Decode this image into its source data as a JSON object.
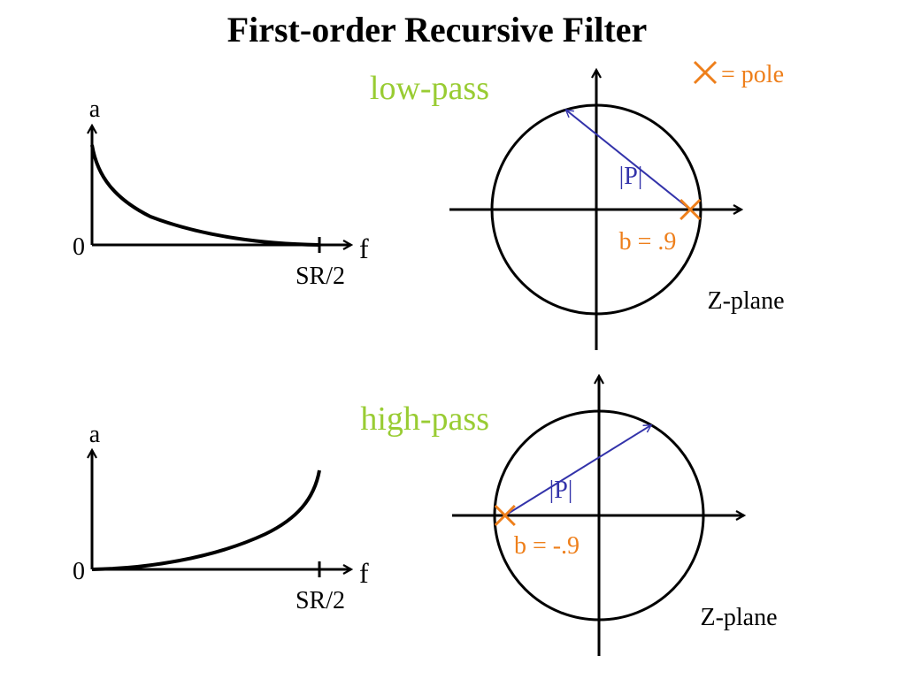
{
  "title": "First-order Recursive Filter",
  "legend": {
    "label": "= pole"
  },
  "panels": [
    {
      "filter_label": "low-pass",
      "axis_y_label": "a",
      "axis_x_label": "f",
      "origin_label": "0",
      "tick_label": "SR/2",
      "vector_label": "|P|",
      "pole_label": "b = .9",
      "plane_label": "Z-plane",
      "pole_value": 0.9
    },
    {
      "filter_label": "high-pass",
      "axis_y_label": "a",
      "axis_x_label": "f",
      "origin_label": "0",
      "tick_label": "SR/2",
      "vector_label": "|P|",
      "pole_label": "b = -.9",
      "plane_label": "Z-plane",
      "pole_value": -0.9
    }
  ],
  "colors": {
    "text": "#000000",
    "filter_label": "#99cc33",
    "pole": "#ee7f1b",
    "vector": "#3333aa"
  }
}
